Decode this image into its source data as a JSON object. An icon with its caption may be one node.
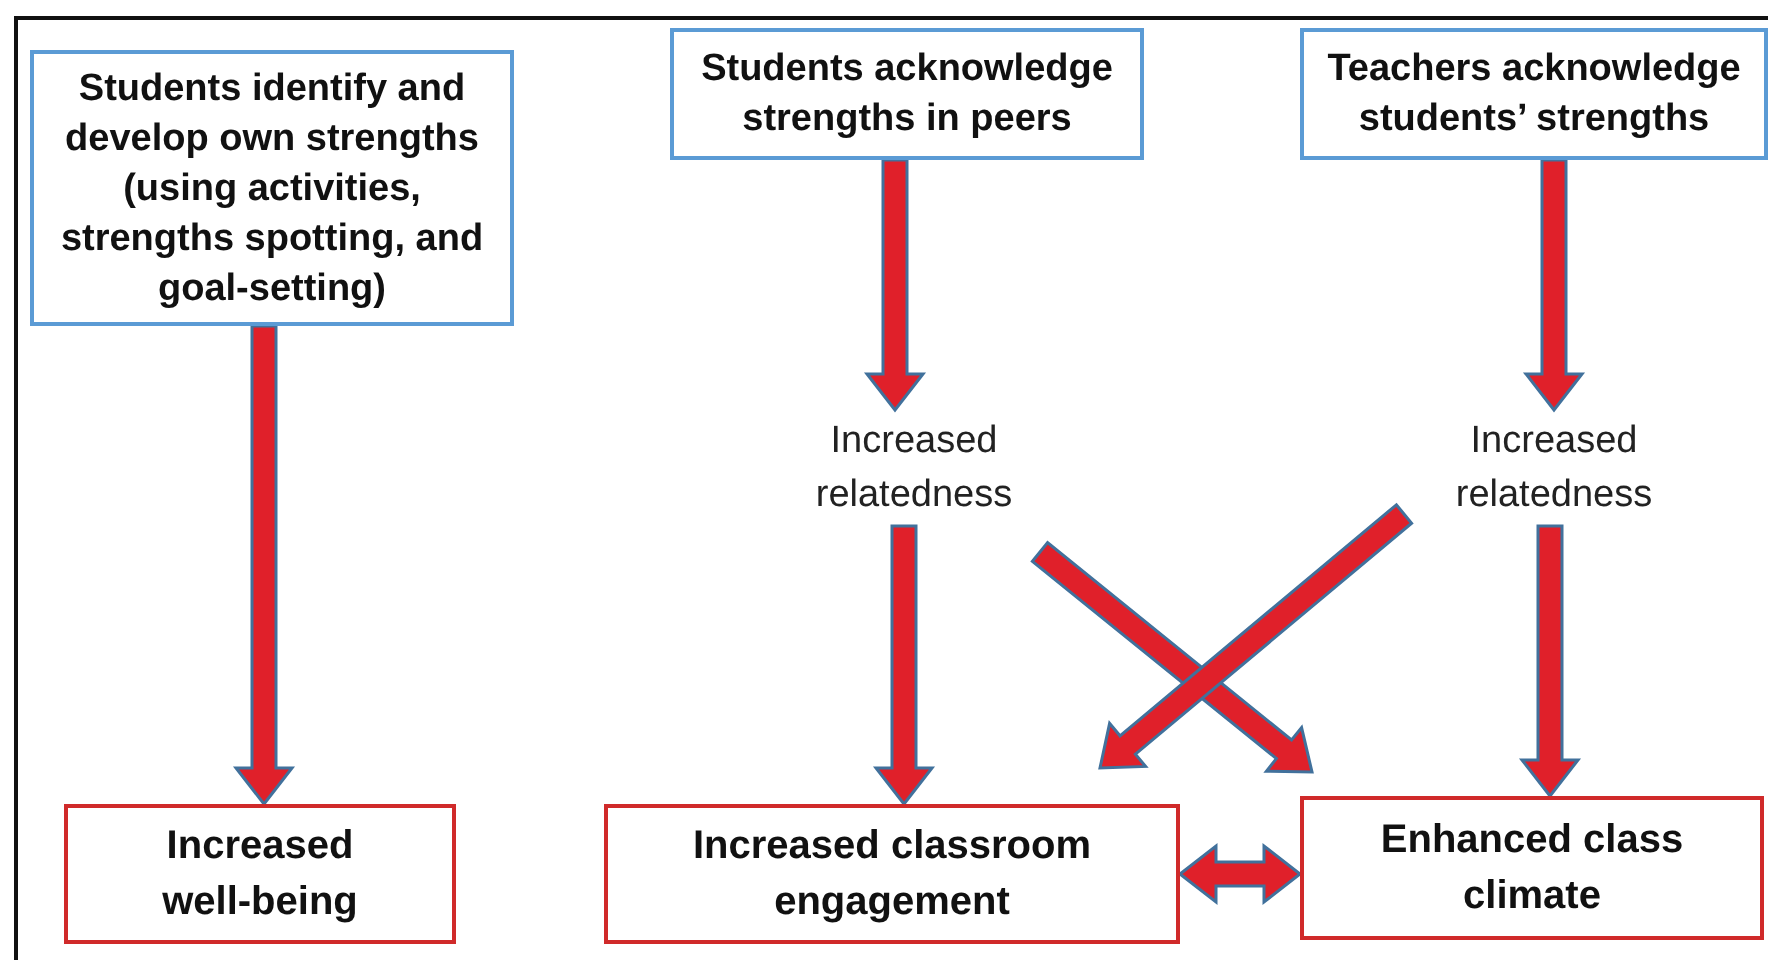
{
  "diagram": {
    "nodes": [
      {
        "text": [
          "Students identify and develop own strengths (using activities, strengths spotting, and goal-setting)"
        ]
      },
      {
        "text": [
          "Students acknowledge strengths in peers"
        ]
      },
      {
        "text": [
          "Teachers acknowledge students’ strengths"
        ]
      },
      {
        "text": [
          "Increased relatedness"
        ]
      },
      {
        "text": [
          "Increased relatedness"
        ]
      },
      {
        "text": [
          "Increased well-being"
        ]
      },
      {
        "text": [
          "Increased classroom engagement"
        ]
      },
      {
        "text": [
          "Enhanced class climate"
        ]
      }
    ],
    "edges": [
      {
        "from": 0,
        "to": 5,
        "arrow": "to"
      },
      {
        "from": 1,
        "to": 3,
        "arrow": "to"
      },
      {
        "from": 2,
        "to": 4,
        "arrow": "to"
      },
      {
        "from": 3,
        "to": 6,
        "arrow": "to"
      },
      {
        "from": 4,
        "to": 7,
        "arrow": "to"
      },
      {
        "from": 3,
        "to": 7,
        "arrow": "to"
      },
      {
        "from": 4,
        "to": 6,
        "arrow": "to"
      },
      {
        "from": 6,
        "to": 7,
        "arrow": "both"
      }
    ]
  }
}
